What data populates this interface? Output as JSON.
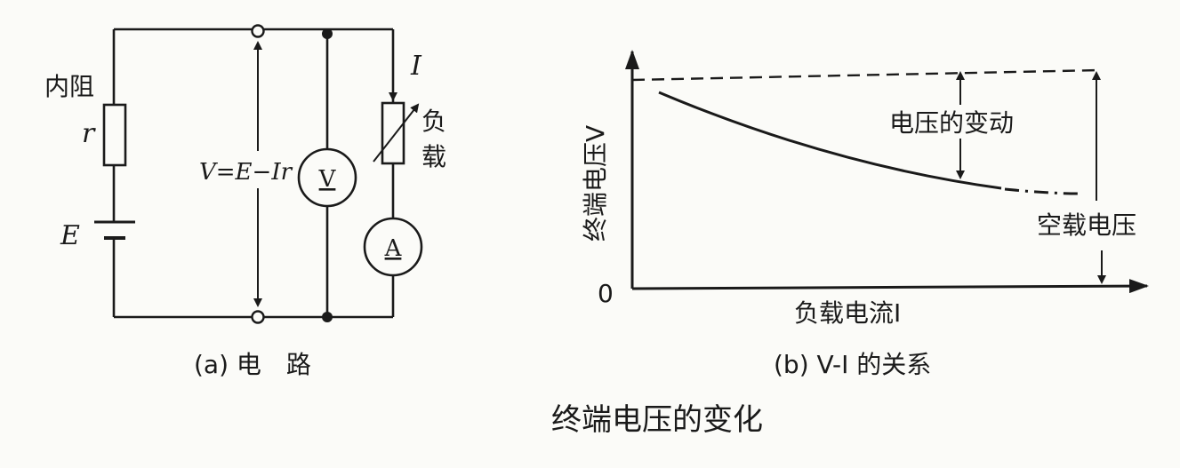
{
  "circuit": {
    "internal_resistance_label": "内阻",
    "r_symbol": "r",
    "emf_symbol": "E",
    "voltage_formula": "V=E−Ir",
    "voltmeter_symbol": "V",
    "ammeter_symbol": "A",
    "current_symbol": "I",
    "load_label_1": "负",
    "load_label_2": "载",
    "caption": "(a) 电　路"
  },
  "graph": {
    "y_axis_label": "终端电压V",
    "x_axis_label": "负载电流I",
    "origin_label": "0",
    "voltage_change_label": "电压的变动",
    "no_load_voltage_label": "空载电压",
    "caption": "(b) V-I 的关系"
  },
  "figure_title": "终端电压的变化"
}
